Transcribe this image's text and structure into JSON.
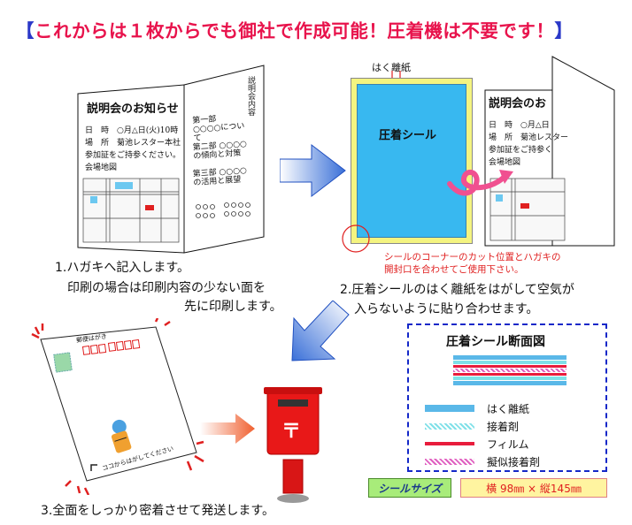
{
  "banner": {
    "bracket_open": "【",
    "text": "これからは１枚からでも御社で作成可能！圧着機は不要です！",
    "bracket_close": "】"
  },
  "step1": {
    "left_page": {
      "title": "説明会のお知らせ",
      "lines": [
        "日　時　○月△日(火)10時",
        "場　所　菊池レスター本社",
        "参加証をご持参ください。",
        "会場地図"
      ]
    },
    "right_page": {
      "heading": "説明会内容",
      "sections": [
        "第一部 ○○○○について",
        "第二部 ○○○○の傾向と対策",
        "第三部 ○○○○の活用と展望"
      ]
    },
    "caption_lines": [
      "1.ハガキへ記入します。",
      "印刷の場合は印刷内容の少ない面を",
      "先に印刷します。"
    ]
  },
  "step2": {
    "release_paper_label": "はく離紙",
    "seal_label": "圧着シール",
    "card_title": "説明会のお",
    "card_lines": [
      "日　時　○月△日",
      "場　所　菊池レスター",
      "参加証をご持参く",
      "会場地図"
    ],
    "corner_note_lines": [
      "シールのコーナーのカット位置とハガキの",
      "開封口を合わせてご使用下さい。"
    ],
    "caption_lines": [
      "2.圧着シールのはく離紙をはがして空気が",
      "入らないように貼り合わせます。"
    ]
  },
  "step3": {
    "postcard_header": "郵便はがき",
    "postcard_open_text": "ココからはがしてください",
    "caption": "3.全面をしっかり密着させて発送します。",
    "mailbox_symbol": "〒"
  },
  "cross_section": {
    "title": "圧着シール断面図",
    "legend": [
      {
        "label": "はく離紙",
        "color": "#5ab8e8"
      },
      {
        "label": "接着剤",
        "color": "#7fe0e8"
      },
      {
        "label": "フィルム",
        "color": "#e81c3c"
      },
      {
        "label": "擬似接着剤",
        "color": "#e060c0"
      }
    ]
  },
  "seal_size": {
    "label": "シールサイズ",
    "value": "横 98㎜ × 縦145㎜"
  },
  "colors": {
    "accent_red": "#e8134c",
    "blue_bracket": "#2a38c8",
    "seal_blue": "#38b8f0",
    "seal_border_yellow": "#f4f480",
    "frame_blue": "#1428c8",
    "badge_green": "#a8ec7a",
    "badge_yellow": "#fff4a0"
  }
}
